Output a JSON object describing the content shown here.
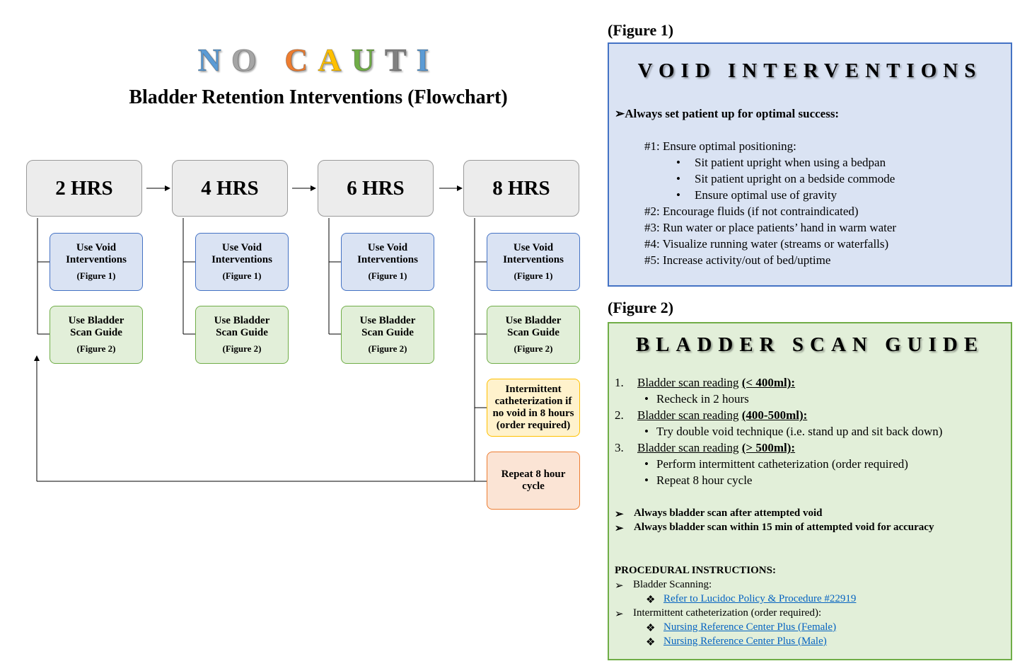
{
  "header": {
    "logo_letters": [
      {
        "ch": "N",
        "color": "#5b9bd5"
      },
      {
        "ch": "O",
        "color": "#a5a5a5"
      },
      {
        "ch": " ",
        "color": "#000000"
      },
      {
        "ch": "C",
        "color": "#ed7d31"
      },
      {
        "ch": "A",
        "color": "#ffc000"
      },
      {
        "ch": "U",
        "color": "#70ad47"
      },
      {
        "ch": "T",
        "color": "#808080"
      },
      {
        "ch": "I",
        "color": "#5b9bd5"
      }
    ],
    "subtitle": "Bladder Retention Interventions (Flowchart)"
  },
  "flow": {
    "columns": [
      {
        "hours": "2 HRS"
      },
      {
        "hours": "4 HRS"
      },
      {
        "hours": "6 HRS"
      },
      {
        "hours": "8 HRS"
      }
    ],
    "void_box": {
      "line1": "Use Void",
      "line2": "Interventions",
      "fig": "(Figure 1)"
    },
    "scan_box": {
      "line1": "Use Bladder",
      "line2": "Scan Guide",
      "fig": "(Figure 2)"
    },
    "cath_box": {
      "text": "Intermittent catheterization if no void in 8 hours (order required)"
    },
    "repeat_box": {
      "text": "Repeat 8 hour cycle"
    }
  },
  "figure1": {
    "label": "(Figure 1)",
    "title": "VOID INTERVENTIONS",
    "lead": "Always set patient up for optimal success:",
    "item1": "#1: Ensure optimal positioning:",
    "bullets": [
      "Sit patient upright when using a bedpan",
      "Sit patient upright on a bedside commode",
      "Ensure optimal use of gravity"
    ],
    "item2": "#2: Encourage fluids (if not contraindicated)",
    "item3": "#3: Run water or place patients’ hand in warm water",
    "item4": "#4: Visualize running water (streams or waterfalls)",
    "item5": "#5: Increase activity/out of bed/uptime"
  },
  "figure2": {
    "label": "(Figure 2)",
    "title": "BLADDER SCAN GUIDE",
    "readings": [
      {
        "num": "1.",
        "label": "Bladder scan reading",
        "range": "(< 400ml):",
        "actions": [
          "Recheck in 2 hours"
        ]
      },
      {
        "num": "2.",
        "label": "Bladder scan reading",
        "range": "(400-500ml):",
        "actions": [
          "Try double void technique (i.e. stand up and sit back down)"
        ]
      },
      {
        "num": "3.",
        "label": "Bladder scan reading",
        "range": "(> 500ml):",
        "actions": [
          "Perform intermittent catheterization (order required)",
          "Repeat 8 hour cycle"
        ]
      }
    ],
    "always1": "Always bladder scan after attempted void",
    "always2": "Always bladder scan within 15 min of attempted void for accuracy",
    "proc_heading": "PROCEDURAL INSTRUCTIONS:",
    "proc1": "Bladder Scanning:",
    "proc1_link": "Refer to Lucidoc Policy & Procedure #22919",
    "proc2": "Intermittent catheterization (order required):",
    "proc2_link1": "Nursing Reference Center Plus (Female)",
    "proc2_link2": "Nursing Reference Center Plus (Male)"
  }
}
